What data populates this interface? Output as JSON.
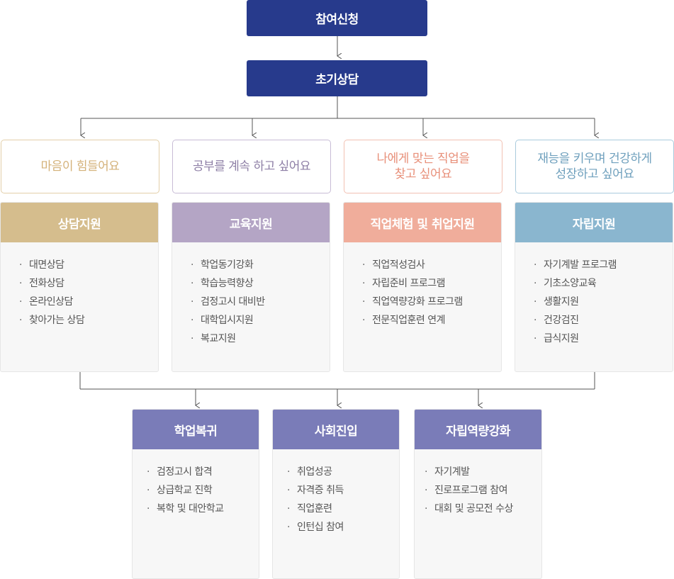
{
  "top_nodes": [
    {
      "label": "참여신청"
    },
    {
      "label": "초기상담"
    }
  ],
  "needs": [
    {
      "label": "마음이 힘들어요",
      "color": "#d4b27a",
      "border": "#e3cfa9"
    },
    {
      "label": "공부를 계속 하고 싶어요",
      "color": "#8e7fa6",
      "border": "#c8bcd6"
    },
    {
      "label": "나에게 맞는 직업을\n찾고 싶어요",
      "color": "#e8907a",
      "border": "#f2c1b3"
    },
    {
      "label": "재능을 키우며 건강하게\n성장하고 싶어요",
      "color": "#6fa0bd",
      "border": "#a9cbdd"
    }
  ],
  "supports": [
    {
      "title": "상담지원",
      "color": "#d5bd8d",
      "items": [
        "대면상담",
        "전화상담",
        "온라인상담",
        "찾아가는 상담"
      ]
    },
    {
      "title": "교육지원",
      "color": "#b4a5c5",
      "items": [
        "학업동기강화",
        "학습능력향상",
        "검정고시 대비반",
        "대학입시지원",
        "복교지원"
      ]
    },
    {
      "title": "직업체험 및 취업지원",
      "color": "#f0ad9b",
      "items": [
        "직업적성검사",
        "자립준비 프로그램",
        "직업역량강화 프로그램",
        "전문직업훈련 연계"
      ]
    },
    {
      "title": "자립지원",
      "color": "#8ab6cf",
      "items": [
        "자기계발 프로그램",
        "기초소양교육",
        "생활지원",
        "건강검진",
        "급식지원"
      ]
    }
  ],
  "outcomes": [
    {
      "title": "학업복귀",
      "color": "#7a7cb8",
      "items": [
        "검정고시 합격",
        "상급학교 진학",
        "복학 및 대안학교"
      ]
    },
    {
      "title": "사회진입",
      "color": "#7a7cb8",
      "items": [
        "취업성공",
        "자격증 취득",
        "직업훈련",
        "인턴십 참여"
      ]
    },
    {
      "title": "자립역량강화",
      "color": "#7a7cb8",
      "items": [
        "자기계발",
        "진로프로그램 참여",
        "대회 및 공모전 수상"
      ]
    }
  ]
}
